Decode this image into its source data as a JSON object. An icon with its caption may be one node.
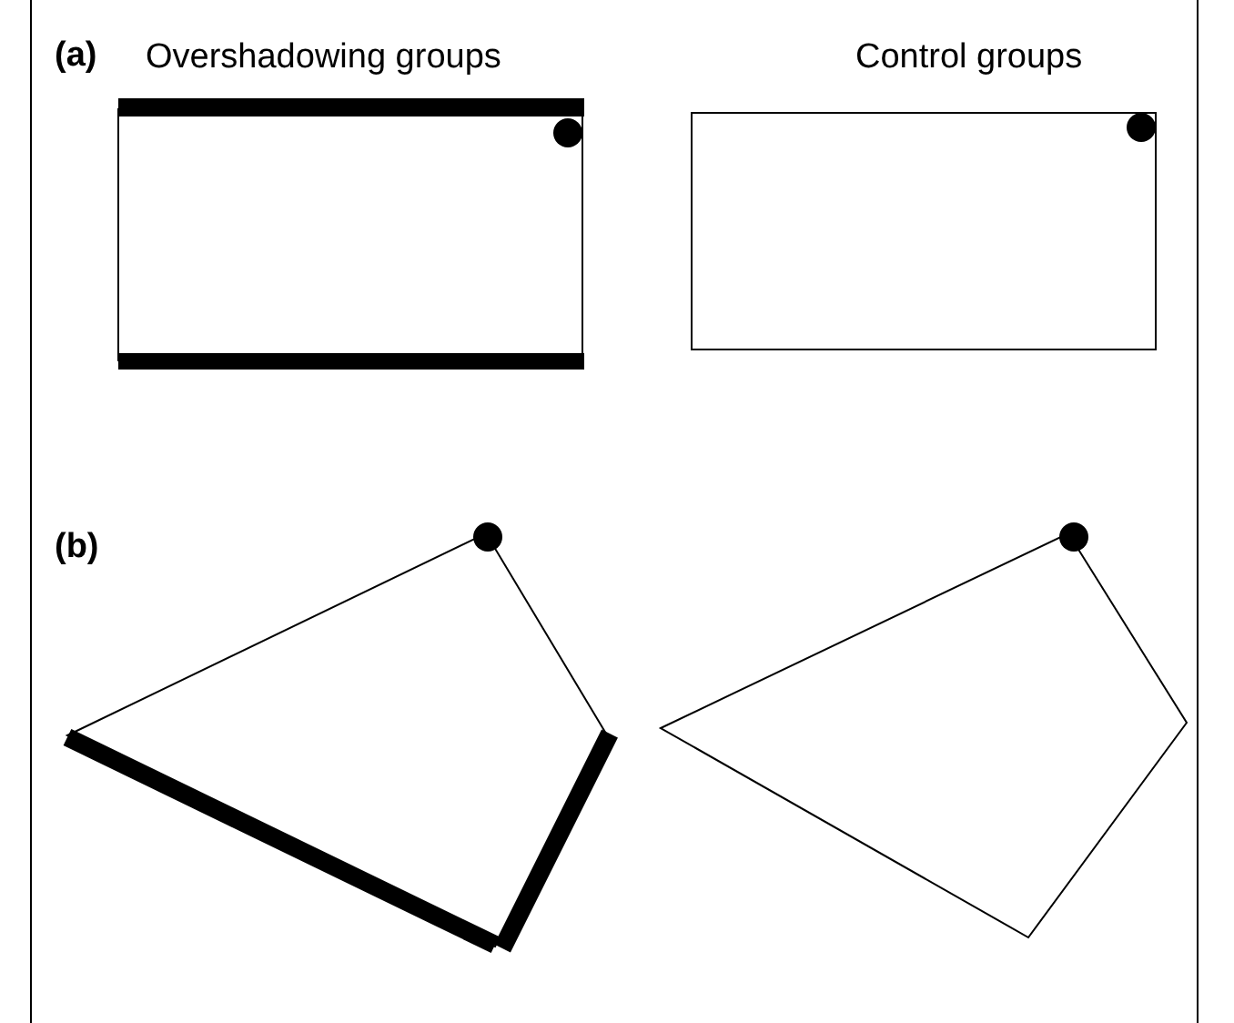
{
  "diagram": {
    "labels": [
      "(a)",
      "Overshadowing groups",
      "Control groups",
      "(b)"
    ]
  }
}
